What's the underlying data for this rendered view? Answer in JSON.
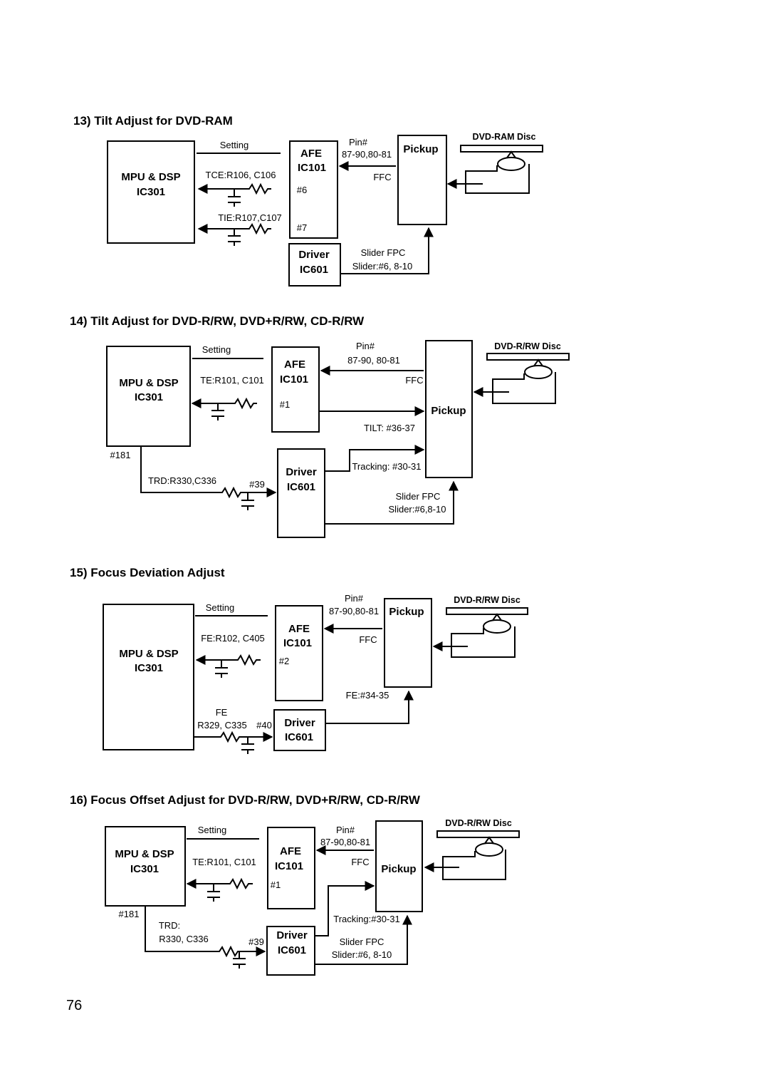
{
  "page_number": "76",
  "sections": {
    "s13": {
      "title": "13) Tilt Adjust for DVD-RAM",
      "mpu_l1": "MPU & DSP",
      "mpu_l2": "IC301",
      "afe_l1": "AFE",
      "afe_l2": "IC101",
      "driver_l1": "Driver",
      "driver_l2": "IC601",
      "pickup": "Pickup",
      "disc": "DVD-RAM Disc",
      "setting": "Setting",
      "res1": "TCE:R106, C106",
      "pin1": "#6",
      "res2": "TIE:R107,C107",
      "pin2": "#7",
      "pin_label": "Pin#",
      "pin_range": "87-90,80-81",
      "ffc": "FFC",
      "slider_fpc": "Slider FPC",
      "slider_pins": "Slider:#6, 8-10"
    },
    "s14": {
      "title": "14) Tilt Adjust for DVD-R/RW, DVD+R/RW, CD-R/RW",
      "mpu_l1": "MPU & DSP",
      "mpu_l2": "IC301",
      "afe_l1": "AFE",
      "afe_l2": "IC101",
      "driver_l1": "Driver",
      "driver_l2": "IC601",
      "pickup": "Pickup",
      "disc": "DVD-R/RW Disc",
      "setting": "Setting",
      "res1": "TE:R101, C101",
      "pin1": "#1",
      "pin_label": "Pin#",
      "pin_range": "87-90, 80-81",
      "ffc": "FFC",
      "tilt": "TILT: #36-37",
      "tracking": "Tracking: #30-31",
      "mpu_pin": "#181",
      "trd": "TRD:R330,C336",
      "drv_pin": "#39",
      "slider_fpc": "Slider FPC",
      "slider_pins": "Slider:#6,8-10"
    },
    "s15": {
      "title": "15) Focus Deviation Adjust",
      "mpu_l1": "MPU & DSP",
      "mpu_l2": "IC301",
      "afe_l1": "AFE",
      "afe_l2": "IC101",
      "driver_l1": "Driver",
      "driver_l2": "IC601",
      "pickup": "Pickup",
      "disc": "DVD-R/RW Disc",
      "setting": "Setting",
      "res1": "FE:R102, C405",
      "pin1": "#2",
      "pin_label": "Pin#",
      "pin_range": "87-90,80-81",
      "ffc": "FFC",
      "fe_pins": "FE:#34-35",
      "fe": "FE",
      "res2": "R329, C335",
      "drv_pin": "#40"
    },
    "s16": {
      "title": "16) Focus Offset Adjust for DVD-R/RW, DVD+R/RW, CD-R/RW",
      "mpu_l1": "MPU & DSP",
      "mpu_l2": "IC301",
      "afe_l1": "AFE",
      "afe_l2": "IC101",
      "driver_l1": "Driver",
      "driver_l2": "IC601",
      "pickup": "Pickup",
      "disc": "DVD-R/RW Disc",
      "setting": "Setting",
      "res1": "TE:R101, C101",
      "pin1": "#1",
      "pin_label": "Pin#",
      "pin_range": "87-90,80-81",
      "ffc": "FFC",
      "mpu_pin": "#181",
      "trd1": "TRD:",
      "trd2": "R330, C336",
      "drv_pin": "#39",
      "tracking": "Tracking:#30-31",
      "slider_fpc": "Slider FPC",
      "slider_pins": "Slider:#6, 8-10"
    }
  }
}
